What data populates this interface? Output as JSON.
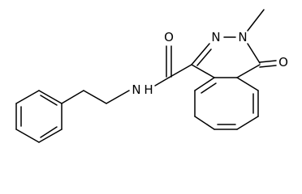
{
  "atoms": {
    "carbonyl_oxygen": "O",
    "ring_oxygen": "O",
    "ring_nitrogen_1": "N",
    "ring_nitrogen_2": "N",
    "amide_nitrogen": "N",
    "amide_hydrogen": "H"
  },
  "colors": {
    "bond": "#000000",
    "label": "#000000",
    "background": "#ffffff"
  }
}
